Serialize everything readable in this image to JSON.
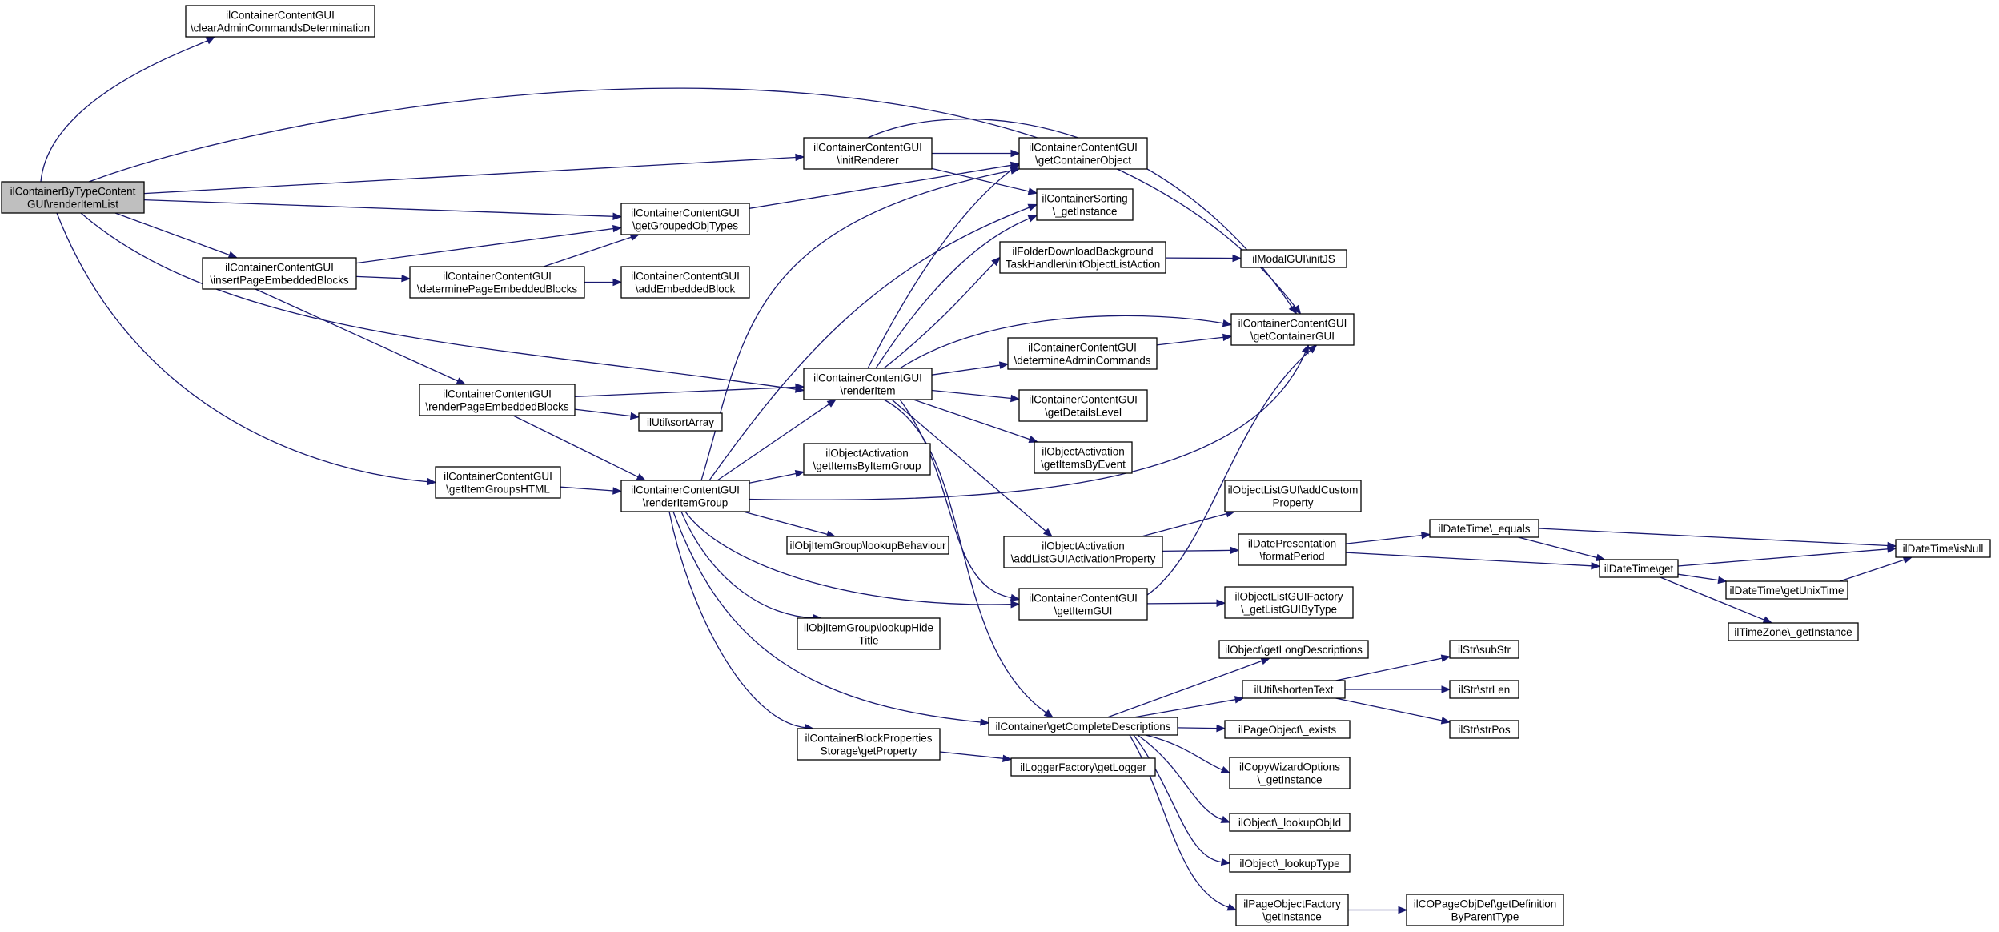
{
  "graph": {
    "nodes": [
      {
        "id": "root",
        "label": [
          "ilContainerByTypeContent",
          "GUI\\renderItemList"
        ],
        "root": true
      },
      {
        "id": "clearAdmin",
        "label": [
          "ilContainerContentGUI",
          "\\clearAdminCommandsDetermination"
        ]
      },
      {
        "id": "initRenderer",
        "label": [
          "ilContainerContentGUI",
          "\\initRenderer"
        ]
      },
      {
        "id": "getContainerObject",
        "label": [
          "ilContainerContentGUI",
          "\\getContainerObject"
        ]
      },
      {
        "id": "sortingGetInstance",
        "label": [
          "ilContainerSorting",
          "\\_getInstance"
        ]
      },
      {
        "id": "getGroupedObjTypes",
        "label": [
          "ilContainerContentGUI",
          "\\getGroupedObjTypes"
        ]
      },
      {
        "id": "insertPageEmbedded",
        "label": [
          "ilContainerContentGUI",
          "\\insertPageEmbeddedBlocks"
        ]
      },
      {
        "id": "determinePageEmbedded",
        "label": [
          "ilContainerContentGUI",
          "\\determinePageEmbeddedBlocks"
        ]
      },
      {
        "id": "addEmbeddedBlock",
        "label": [
          "ilContainerContentGUI",
          "\\addEmbeddedBlock"
        ]
      },
      {
        "id": "folderDownload",
        "label": [
          "ilFolderDownloadBackground",
          "TaskHandler\\initObjectListAction"
        ]
      },
      {
        "id": "modalInitJS",
        "label": [
          "ilModalGUI\\initJS"
        ]
      },
      {
        "id": "getContainerGUI",
        "label": [
          "ilContainerContentGUI",
          "\\getContainerGUI"
        ]
      },
      {
        "id": "determineAdminCommands",
        "label": [
          "ilContainerContentGUI",
          "\\determineAdminCommands"
        ]
      },
      {
        "id": "renderItem",
        "label": [
          "ilContainerContentGUI",
          "\\renderItem"
        ]
      },
      {
        "id": "renderPageEmbedded",
        "label": [
          "ilContainerContentGUI",
          "\\renderPageEmbeddedBlocks"
        ]
      },
      {
        "id": "sortArray",
        "label": [
          "ilUtil\\sortArray"
        ]
      },
      {
        "id": "getDetailsLevel",
        "label": [
          "ilContainerContentGUI",
          "\\getDetailsLevel"
        ]
      },
      {
        "id": "getItemsByEvent",
        "label": [
          "ilObjectActivation",
          "\\getItemsByEvent"
        ]
      },
      {
        "id": "getItemGroupsHTML",
        "label": [
          "ilContainerContentGUI",
          "\\getItemGroupsHTML"
        ]
      },
      {
        "id": "renderItemGroup",
        "label": [
          "ilContainerContentGUI",
          "\\renderItemGroup"
        ]
      },
      {
        "id": "getItemsByItemGroup",
        "label": [
          "ilObjectActivation",
          "\\getItemsByItemGroup"
        ]
      },
      {
        "id": "addCustomProperty",
        "label": [
          "ilObjectListGUI\\addCustom",
          "Property"
        ]
      },
      {
        "id": "addListGUIActivation",
        "label": [
          "ilObjectActivation",
          "\\addListGUIActivationProperty"
        ]
      },
      {
        "id": "formatPeriod",
        "label": [
          "ilDatePresentation",
          "\\formatPeriod"
        ]
      },
      {
        "id": "dtEquals",
        "label": [
          "ilDateTime\\_equals"
        ]
      },
      {
        "id": "dtIsNull",
        "label": [
          "ilDateTime\\isNull"
        ]
      },
      {
        "id": "lookupBehaviour",
        "label": [
          "ilObjItemGroup\\lookupBehaviour"
        ]
      },
      {
        "id": "dtGet",
        "label": [
          "ilDateTime\\get"
        ]
      },
      {
        "id": "getItemGUI",
        "label": [
          "ilContainerContentGUI",
          "\\getItemGUI"
        ]
      },
      {
        "id": "listGUIFactory",
        "label": [
          "ilObjectListGUIFactory",
          "\\_getListGUIByType"
        ]
      },
      {
        "id": "dtGetUnixTime",
        "label": [
          "ilDateTime\\getUnixTime"
        ]
      },
      {
        "id": "lookupHideTitle",
        "label": [
          "ilObjItemGroup\\lookupHide",
          "Title"
        ]
      },
      {
        "id": "tzGetInstance",
        "label": [
          "ilTimeZone\\_getInstance"
        ]
      },
      {
        "id": "getLongDescriptions",
        "label": [
          "ilObject\\getLongDescriptions"
        ]
      },
      {
        "id": "subStr",
        "label": [
          "ilStr\\subStr"
        ]
      },
      {
        "id": "shortenText",
        "label": [
          "ilUtil\\shortenText"
        ]
      },
      {
        "id": "strLen",
        "label": [
          "ilStr\\strLen"
        ]
      },
      {
        "id": "getCompleteDescriptions",
        "label": [
          "ilContainer\\getCompleteDescriptions"
        ]
      },
      {
        "id": "pageObjectExists",
        "label": [
          "ilPageObject\\_exists"
        ]
      },
      {
        "id": "strPos",
        "label": [
          "ilStr\\strPos"
        ]
      },
      {
        "id": "blockPropertiesGet",
        "label": [
          "ilContainerBlockProperties",
          "Storage\\getProperty"
        ]
      },
      {
        "id": "getLogger",
        "label": [
          "ilLoggerFactory\\getLogger"
        ]
      },
      {
        "id": "copyWizardGetInstance",
        "label": [
          "ilCopyWizardOptions",
          "\\_getInstance"
        ]
      },
      {
        "id": "lookupObjId",
        "label": [
          "ilObject\\_lookupObjId"
        ]
      },
      {
        "id": "lookupType",
        "label": [
          "ilObject\\_lookupType"
        ]
      },
      {
        "id": "pageObjectFactory",
        "label": [
          "ilPageObjectFactory",
          "\\getInstance"
        ]
      },
      {
        "id": "getDefinition",
        "label": [
          "ilCOPageObjDef\\getDefinition",
          "ByParentType"
        ]
      }
    ],
    "edges": [
      [
        "root",
        "clearAdmin"
      ],
      [
        "root",
        "getContainerGUI"
      ],
      [
        "root",
        "initRenderer"
      ],
      [
        "root",
        "getGroupedObjTypes"
      ],
      [
        "root",
        "insertPageEmbedded"
      ],
      [
        "root",
        "renderItem"
      ],
      [
        "root",
        "getItemGroupsHTML"
      ],
      [
        "initRenderer",
        "getContainerObject"
      ],
      [
        "initRenderer",
        "sortingGetInstance"
      ],
      [
        "initRenderer",
        "getContainerGUI"
      ],
      [
        "getGroupedObjTypes",
        "getContainerObject"
      ],
      [
        "insertPageEmbedded",
        "getGroupedObjTypes"
      ],
      [
        "insertPageEmbedded",
        "determinePageEmbedded"
      ],
      [
        "insertPageEmbedded",
        "renderPageEmbedded"
      ],
      [
        "determinePageEmbedded",
        "getGroupedObjTypes"
      ],
      [
        "determinePageEmbedded",
        "addEmbeddedBlock"
      ],
      [
        "folderDownload",
        "modalInitJS"
      ],
      [
        "determineAdminCommands",
        "getContainerGUI"
      ],
      [
        "renderItem",
        "getContainerObject"
      ],
      [
        "renderItem",
        "sortingGetInstance"
      ],
      [
        "renderItem",
        "folderDownload"
      ],
      [
        "renderItem",
        "getContainerGUI"
      ],
      [
        "renderItem",
        "determineAdminCommands"
      ],
      [
        "renderItem",
        "getDetailsLevel"
      ],
      [
        "renderItem",
        "getItemsByEvent"
      ],
      [
        "renderItem",
        "addListGUIActivation"
      ],
      [
        "renderItem",
        "getItemGUI"
      ],
      [
        "renderItem",
        "getCompleteDescriptions"
      ],
      [
        "renderPageEmbedded",
        "renderItem"
      ],
      [
        "renderPageEmbedded",
        "sortArray"
      ],
      [
        "renderPageEmbedded",
        "renderItemGroup"
      ],
      [
        "getItemGroupsHTML",
        "renderItemGroup"
      ],
      [
        "renderItemGroup",
        "getContainerObject"
      ],
      [
        "renderItemGroup",
        "sortingGetInstance"
      ],
      [
        "renderItemGroup",
        "renderItem"
      ],
      [
        "renderItemGroup",
        "getItemsByItemGroup"
      ],
      [
        "renderItemGroup",
        "getContainerGUI"
      ],
      [
        "renderItemGroup",
        "lookupBehaviour"
      ],
      [
        "renderItemGroup",
        "getItemGUI"
      ],
      [
        "renderItemGroup",
        "lookupHideTitle"
      ],
      [
        "renderItemGroup",
        "getCompleteDescriptions"
      ],
      [
        "renderItemGroup",
        "blockPropertiesGet"
      ],
      [
        "addListGUIActivation",
        "addCustomProperty"
      ],
      [
        "addListGUIActivation",
        "formatPeriod"
      ],
      [
        "formatPeriod",
        "dtEquals"
      ],
      [
        "formatPeriod",
        "dtGet"
      ],
      [
        "dtEquals",
        "dtIsNull"
      ],
      [
        "dtEquals",
        "dtGet"
      ],
      [
        "dtGet",
        "dtIsNull"
      ],
      [
        "dtGet",
        "dtGetUnixTime"
      ],
      [
        "dtGet",
        "tzGetInstance"
      ],
      [
        "dtGetUnixTime",
        "dtIsNull"
      ],
      [
        "getItemGUI",
        "getContainerGUI"
      ],
      [
        "getItemGUI",
        "listGUIFactory"
      ],
      [
        "getCompleteDescriptions",
        "getLongDescriptions"
      ],
      [
        "getCompleteDescriptions",
        "shortenText"
      ],
      [
        "getCompleteDescriptions",
        "pageObjectExists"
      ],
      [
        "getCompleteDescriptions",
        "copyWizardGetInstance"
      ],
      [
        "getCompleteDescriptions",
        "lookupObjId"
      ],
      [
        "getCompleteDescriptions",
        "lookupType"
      ],
      [
        "getCompleteDescriptions",
        "pageObjectFactory"
      ],
      [
        "shortenText",
        "subStr"
      ],
      [
        "shortenText",
        "strLen"
      ],
      [
        "shortenText",
        "strPos"
      ],
      [
        "blockPropertiesGet",
        "getLogger"
      ],
      [
        "pageObjectFactory",
        "getDefinition"
      ]
    ]
  }
}
